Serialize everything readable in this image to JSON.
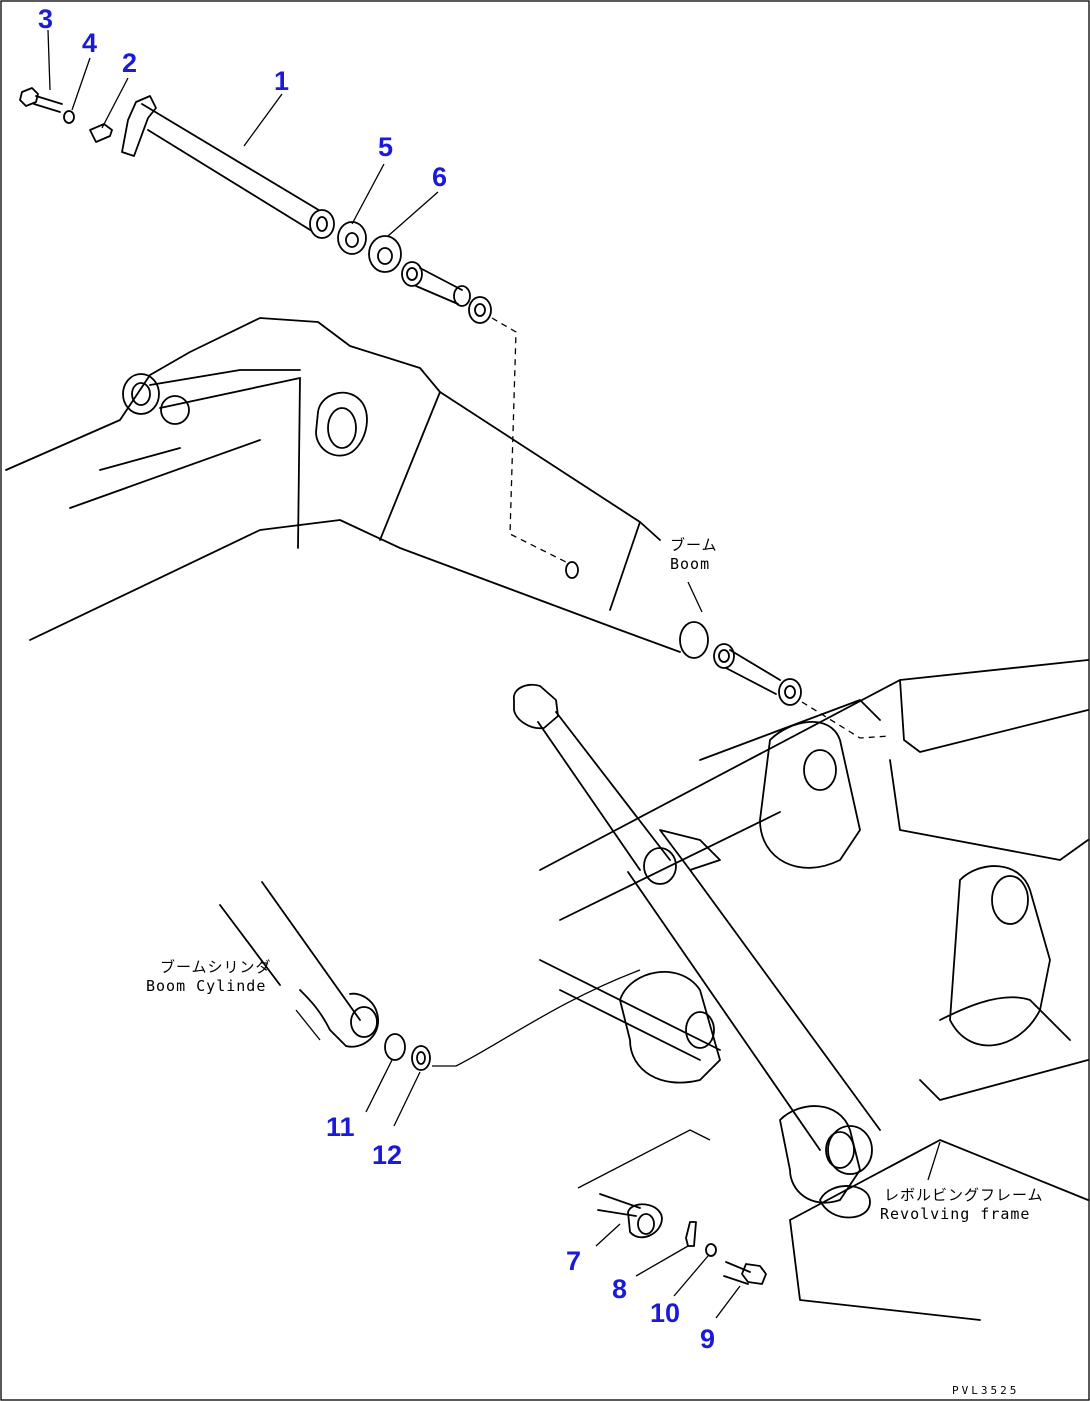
{
  "callouts": {
    "c1": "1",
    "c2": "2",
    "c3": "3",
    "c4": "4",
    "c5": "5",
    "c6": "6",
    "c7": "7",
    "c8": "8",
    "c9": "9",
    "c10": "10",
    "c11": "11",
    "c12": "12"
  },
  "labels": {
    "boom_jp": "ブーム",
    "boom_en": "Boom",
    "cylinder_jp": "ブームシリンダ",
    "cylinder_en": "Boom Cylinde",
    "frame_jp": "レボルビングフレーム",
    "frame_en": "Revolving frame"
  },
  "drawing_code": "PVL3525",
  "colors": {
    "callout": "#1a1ad8",
    "line": "#000000",
    "background": "#ffffff"
  }
}
